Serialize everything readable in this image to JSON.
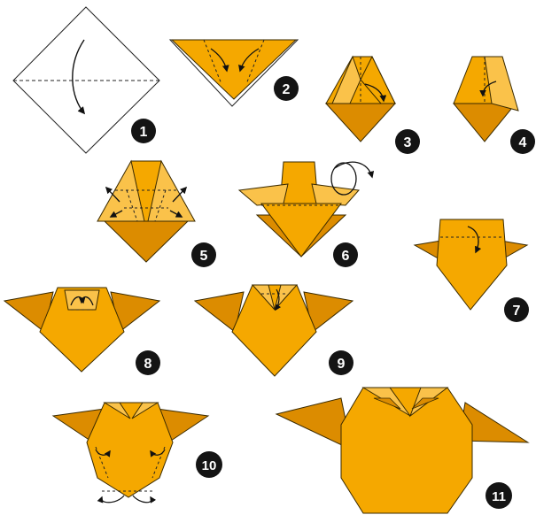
{
  "steps": [
    {
      "number": "1"
    },
    {
      "number": "2"
    },
    {
      "number": "3"
    },
    {
      "number": "4"
    },
    {
      "number": "5"
    },
    {
      "number": "6"
    },
    {
      "number": "7"
    },
    {
      "number": "8"
    },
    {
      "number": "9"
    },
    {
      "number": "10"
    },
    {
      "number": "11"
    }
  ],
  "colors": {
    "paper_front": "#F5A800",
    "paper_back": "#DC8C00",
    "paper_light": "#FAC24A",
    "outline": "#3a2a00",
    "badge": "#141414",
    "arrow": "#111111"
  }
}
